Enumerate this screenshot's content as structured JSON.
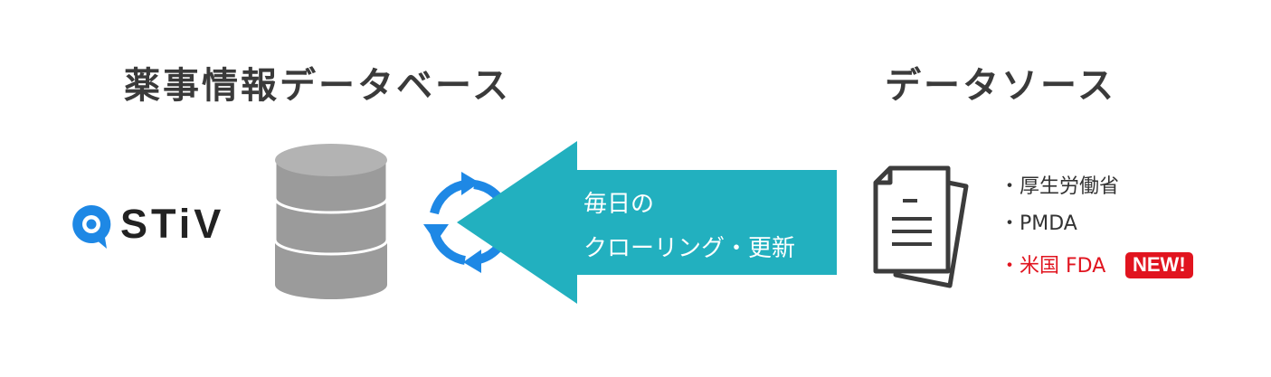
{
  "left_heading": "薬事情報データベース",
  "right_heading": "データソース",
  "logo": {
    "text": "STiV",
    "color": "#1e88e5"
  },
  "arrow": {
    "line1": "毎日の",
    "line2": "クローリング・更新",
    "color": "#22b0bf"
  },
  "sources": [
    {
      "text": "・厚生労働省",
      "color": "#333333"
    },
    {
      "text": "・PMDA",
      "color": "#333333"
    },
    {
      "text": "・米国 FDA",
      "color": "#e1141f"
    }
  ],
  "badge": "NEW!",
  "colors": {
    "database": "#9b9b9b",
    "database_top": "#b3b3b3",
    "refresh": "#1e88e5",
    "document": "#3c3c3c"
  },
  "icons": [
    "speech-bubble-icon",
    "database-icon",
    "refresh-icon",
    "document-icon"
  ]
}
